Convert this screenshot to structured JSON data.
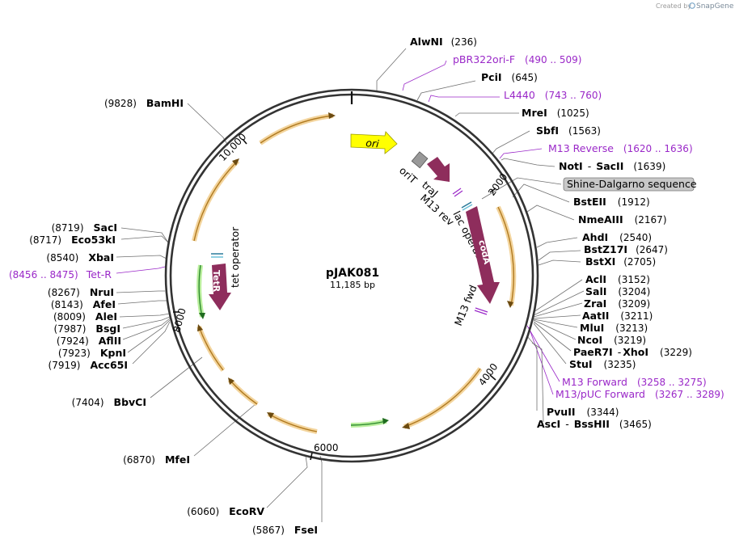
{
  "credit": {
    "text": "Created by",
    "brand": "SnapGene"
  },
  "plasmid": {
    "name": "pJAK081",
    "size": "11,185 bp"
  },
  "ticks": {
    "t2000": "2000",
    "t4000": "4000",
    "t6000": "6000",
    "t8000": "8000",
    "t10000": "10,000"
  },
  "features": {
    "ori": "ori",
    "oriT": "oriT",
    "traJ": "traJ",
    "m13rev": "M13 rev",
    "lacop": "lac operator",
    "codA": "codA",
    "m13fwd": "M13 fwd",
    "tetR": "TetR",
    "tetop": "tet operator"
  },
  "sites_right": [
    {
      "name": "AlwNI",
      "pos": "(236)"
    },
    {
      "name": "pBR322ori-F",
      "pos": "(490 .. 509)",
      "primer": true
    },
    {
      "name": "PciI",
      "pos": "(645)"
    },
    {
      "name": "L4440",
      "pos": "(743 .. 760)",
      "primer": true
    },
    {
      "name": "MreI",
      "pos": "(1025)"
    },
    {
      "name": "SbfI",
      "pos": "(1563)"
    },
    {
      "name": "M13 Reverse",
      "pos": "(1620 .. 1636)",
      "primer": true
    },
    {
      "name": "NotI",
      "name2": "SacII",
      "pos": "(1639)"
    },
    {
      "name": "Shine-Dalgarno sequence",
      "boxed": true
    },
    {
      "name": "BstEII",
      "pos": "(1912)"
    },
    {
      "name": "NmeAIII",
      "pos": "(2167)"
    },
    {
      "name": "AhdI",
      "pos": "(2540)"
    },
    {
      "name": "BstZ17I",
      "pos": "(2647)"
    },
    {
      "name": "BstXI",
      "pos": "(2705)"
    },
    {
      "name": "AclI",
      "pos": "(3152)"
    },
    {
      "name": "SalI",
      "pos": "(3204)"
    },
    {
      "name": "ZraI",
      "pos": "(3209)"
    },
    {
      "name": "AatII",
      "pos": "(3211)"
    },
    {
      "name": "MluI",
      "pos": "(3213)"
    },
    {
      "name": "NcoI",
      "pos": "(3219)"
    },
    {
      "name": "PaeR7I",
      "name2": "XhoI",
      "pos": "(3229)"
    },
    {
      "name": "StuI",
      "pos": "(3235)"
    },
    {
      "name": "M13 Forward",
      "pos": "(3258 .. 3275)",
      "primer": true
    },
    {
      "name": "M13/pUC Forward",
      "pos": "(3267 .. 3289)",
      "primer": true
    },
    {
      "name": "PvuII",
      "pos": "(3344)"
    },
    {
      "name": "AscI",
      "name2": "BssHII",
      "pos": "(3465)"
    }
  ],
  "sites_left": [
    {
      "name": "BamHI",
      "pos": "(9828)"
    },
    {
      "name": "SacI",
      "pos": "(8719)"
    },
    {
      "name": "Eco53kI",
      "pos": "(8717)"
    },
    {
      "name": "XbaI",
      "pos": "(8540)"
    },
    {
      "name": "Tet-R",
      "pos": "(8456 .. 8475)",
      "primer": true
    },
    {
      "name": "NruI",
      "pos": "(8267)"
    },
    {
      "name": "AfeI",
      "pos": "(8143)"
    },
    {
      "name": "AleI",
      "pos": "(8009)"
    },
    {
      "name": "BsgI",
      "pos": "(7987)"
    },
    {
      "name": "AflII",
      "pos": "(7924)"
    },
    {
      "name": "KpnI",
      "pos": "(7923)"
    },
    {
      "name": "Acc65I",
      "pos": "(7919)"
    },
    {
      "name": "BbvCI",
      "pos": "(7404)"
    },
    {
      "name": "MfeI",
      "pos": "(6870)"
    },
    {
      "name": "EcoRV",
      "pos": "(6060)"
    },
    {
      "name": "FseI",
      "pos": "(5867)"
    }
  ]
}
